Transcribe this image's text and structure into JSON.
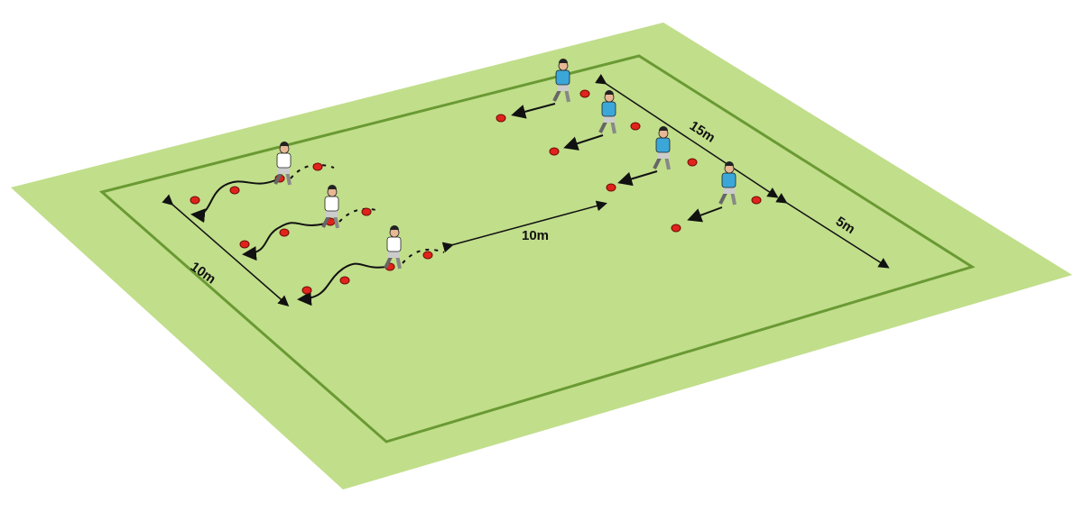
{
  "labels": {
    "left_width": "10m",
    "gap": "10m",
    "right_depth": "15m",
    "end_zone": "5m"
  },
  "colors": {
    "field": "#c1de8b",
    "line": "#6a9a33",
    "cone": "#e0231b",
    "white_kit": "#ffffff",
    "blue_kit": "#3aa7d8"
  }
}
